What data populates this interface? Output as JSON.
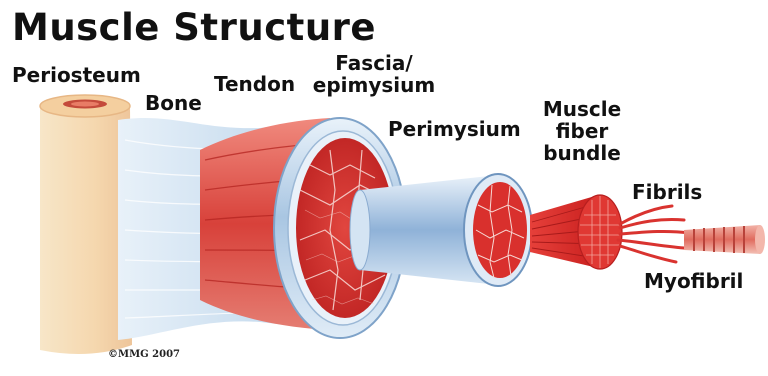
{
  "title": "Muscle Structure",
  "labels": {
    "periosteum": "Periosteum",
    "bone": "Bone",
    "tendon": "Tendon",
    "fascia_line1": "Fascia/",
    "fascia_line2": "epimysium",
    "perimysium": "Perimysium",
    "bundle_line1": "Muscle",
    "bundle_line2": "fiber",
    "bundle_line3": "bundle",
    "fibrils": "Fibrils",
    "myofibril": "Myofibril"
  },
  "copyright": "©MMG 2007",
  "colors": {
    "bone": "#f6dcb6",
    "bone_end": "#f3c79c",
    "tendon": "#dbe9f6",
    "muscle": "#d8312e",
    "muscle_dark": "#a81c1c",
    "sheath": "#c7dcef",
    "sheath_edge": "#6f95bf"
  }
}
